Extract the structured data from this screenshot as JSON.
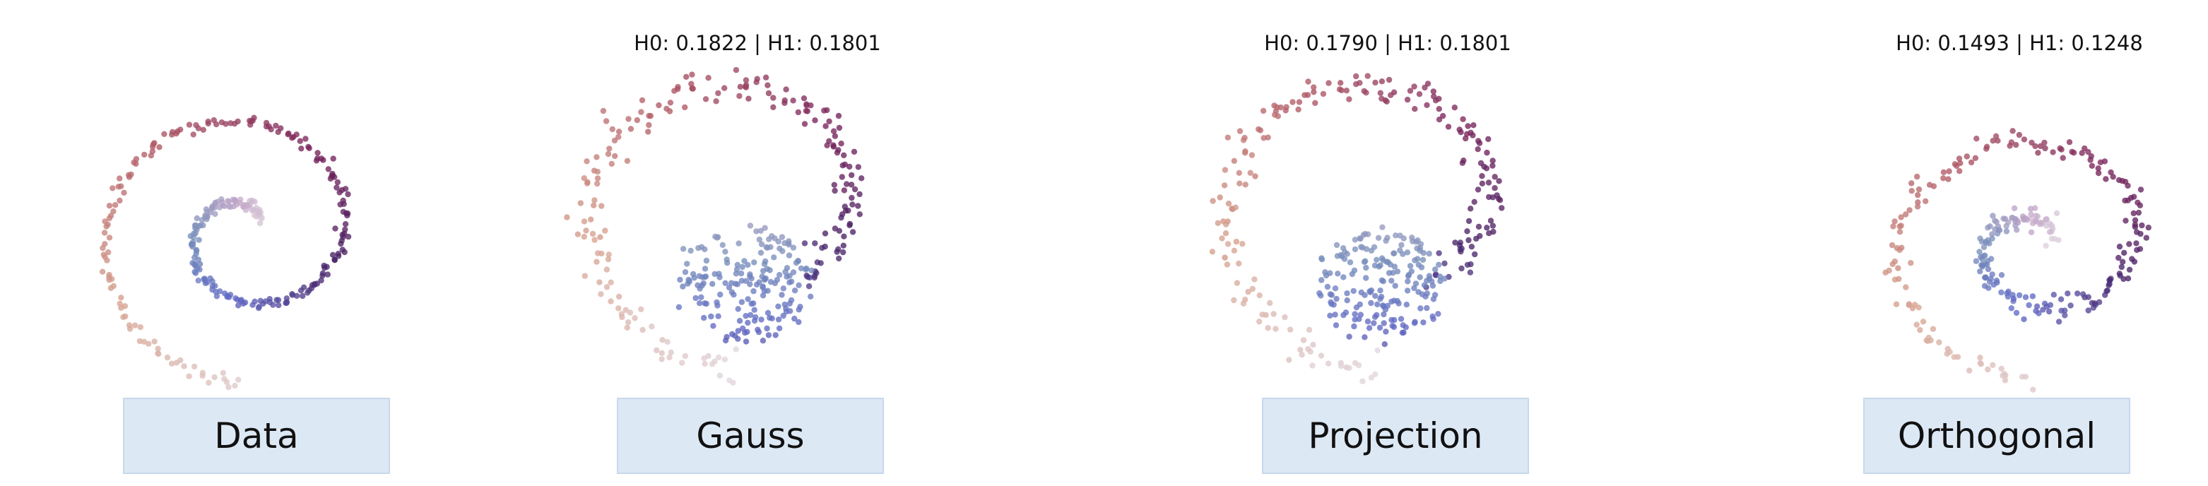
{
  "chart_data": [
    {
      "type": "scatter",
      "label": "Data",
      "metric": "",
      "colormap": "twilight",
      "points_desc": "single spiral, ~300 points"
    },
    {
      "type": "scatter",
      "label": "Gauss",
      "metric": "H0: 0.1822 | H1: 0.1801",
      "colormap": "twilight",
      "points_desc": "arc with noisy disk"
    },
    {
      "type": "scatter",
      "label": "Projection",
      "metric": "H0: 0.1790 | H1: 0.1801",
      "colormap": "twilight",
      "points_desc": "arc with noisy disk"
    },
    {
      "type": "scatter",
      "label": "Orthogonal",
      "metric": "H0: 0.1493 | H1: 0.1248",
      "colormap": "twilight",
      "points_desc": "spiral slightly distorted"
    }
  ],
  "colors": {
    "label_bg": "#dde8f5",
    "label_border": "#c8d8ec"
  }
}
